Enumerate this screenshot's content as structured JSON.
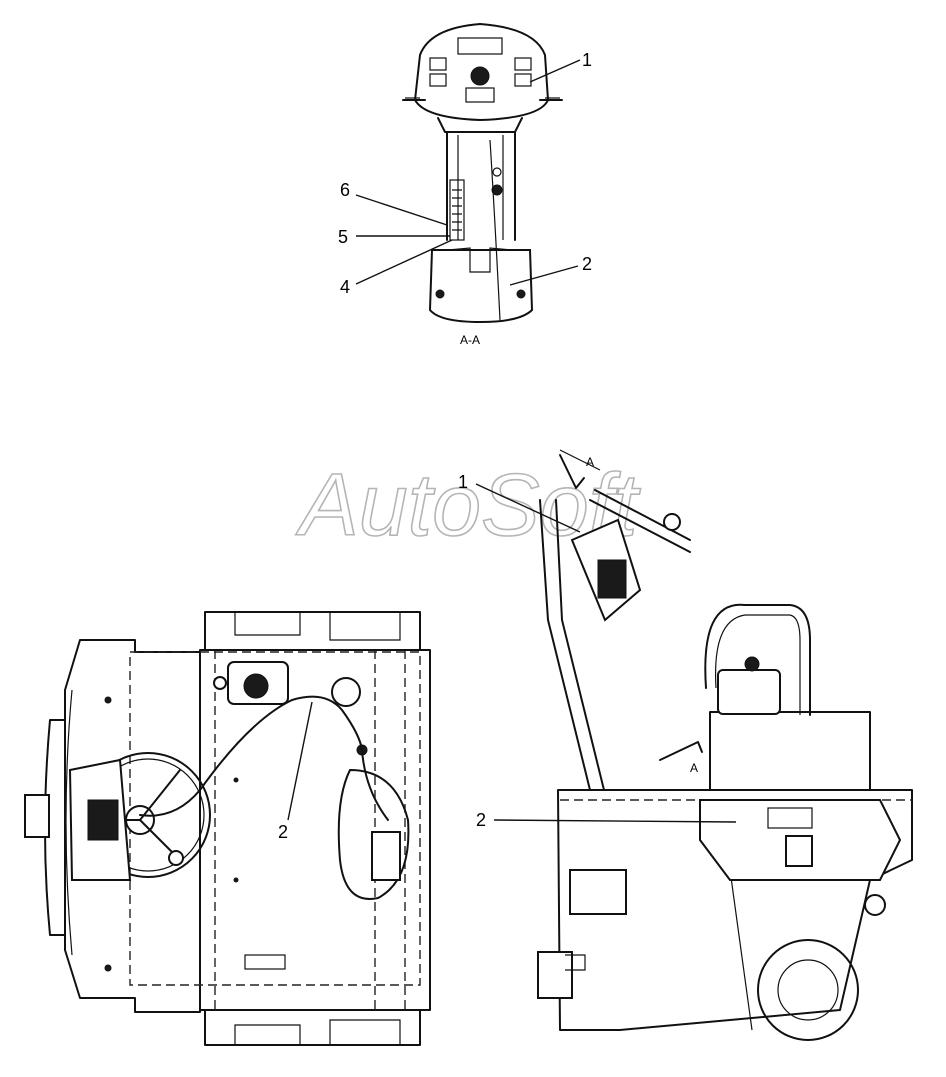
{
  "watermark": "AutoSoft",
  "section_view": {
    "caption": "A-A",
    "callouts": [
      "1",
      "6",
      "5",
      "4",
      "2"
    ]
  },
  "side_view": {
    "section_marker_top": "A",
    "section_marker_bottom": "A",
    "callouts": [
      "1",
      "2"
    ]
  },
  "top_view": {
    "callouts": [
      "2"
    ]
  }
}
